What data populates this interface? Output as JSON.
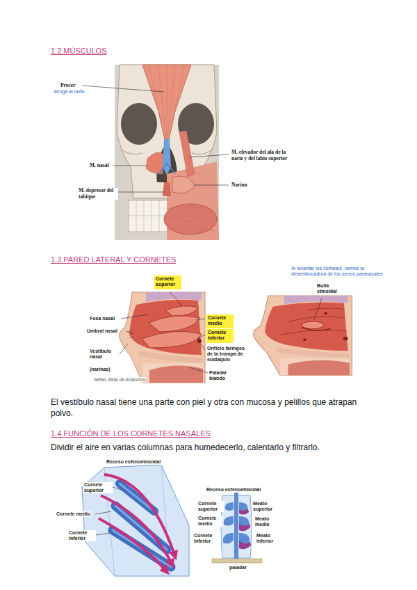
{
  "diagram": {
    "nodes": [
      {
        "text": [
          "Cornete superior"
        ]
      },
      {
        "text": [
          "Cornete medio"
        ]
      },
      {
        "text": [
          "Cornete inferior"
        ]
      }
    ],
    "labels": [
      "1.2.MÚSCULOS",
      "Procer",
      "arruga el ceño",
      "M. nasal",
      "M. depresor del tabique",
      "M. elevador del ala de la nariz y del labio superior",
      "Narina",
      "1.3.PARED LATERAL Y CORNETES",
      "Fosa nasal",
      "Umbral nasal",
      "Vestíbulo nasal",
      "(narinas)",
      "Orificio faríngeo de la trompa de eustaquio",
      "Paladar blando",
      "Netter. Atlas de Anatomía",
      "Al levantar los cornetes, vemos la desembocadura de los senos paranasales",
      "Bulla etmoidal",
      "El vestíbulo nasal tiene una parte con piel y otra con mucosa y pelillos que atrapan polvo.",
      "1.4.FUNCIÓN DE LOS CORNETES NASALES",
      "Dividir el aire en varias columnas para humedecerlo, calentarlo y filtrarlo.",
      "Receso esfenoetmoidal",
      "Cornete superior",
      "Cornete medio",
      "Cornete inferior",
      "Receso esfenoetmoidal",
      "Cornete superior",
      "Cornete medio",
      "Cornete inferior",
      "Meato superior",
      "Meato medio",
      "Meato inferior",
      "paladar"
    ]
  }
}
